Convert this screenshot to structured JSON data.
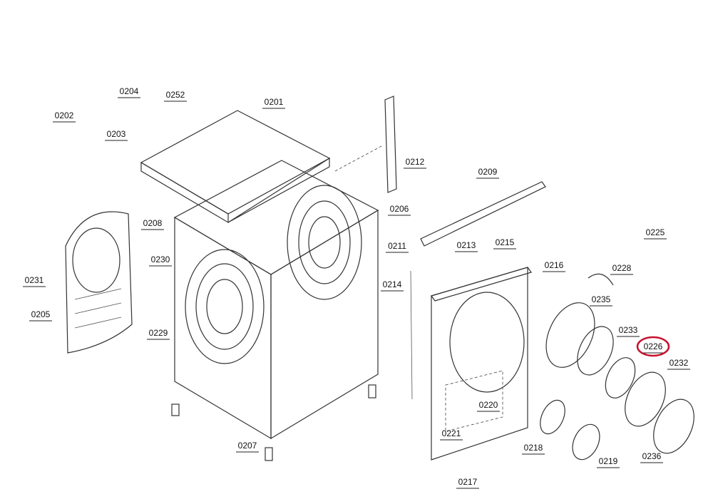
{
  "title": "Exploded parts diagram - washing machine cabinet",
  "highlight_color": "#c8102e",
  "highlighted_part": "0226",
  "parts": [
    {
      "code": "0204"
    },
    {
      "code": "0252"
    },
    {
      "code": "0202"
    },
    {
      "code": "0203"
    },
    {
      "code": "0201"
    },
    {
      "code": "0212"
    },
    {
      "code": "0209"
    },
    {
      "code": "0208"
    },
    {
      "code": "0206"
    },
    {
      "code": "0225"
    },
    {
      "code": "0211"
    },
    {
      "code": "0213"
    },
    {
      "code": "0215"
    },
    {
      "code": "0231"
    },
    {
      "code": "0230"
    },
    {
      "code": "0214"
    },
    {
      "code": "0216"
    },
    {
      "code": "0228"
    },
    {
      "code": "0205"
    },
    {
      "code": "0229"
    },
    {
      "code": "0235"
    },
    {
      "code": "0233"
    },
    {
      "code": "0226"
    },
    {
      "code": "0232"
    },
    {
      "code": "0220"
    },
    {
      "code": "0221"
    },
    {
      "code": "0218"
    },
    {
      "code": "0207"
    },
    {
      "code": "0219"
    },
    {
      "code": "0236"
    },
    {
      "code": "0217"
    }
  ]
}
